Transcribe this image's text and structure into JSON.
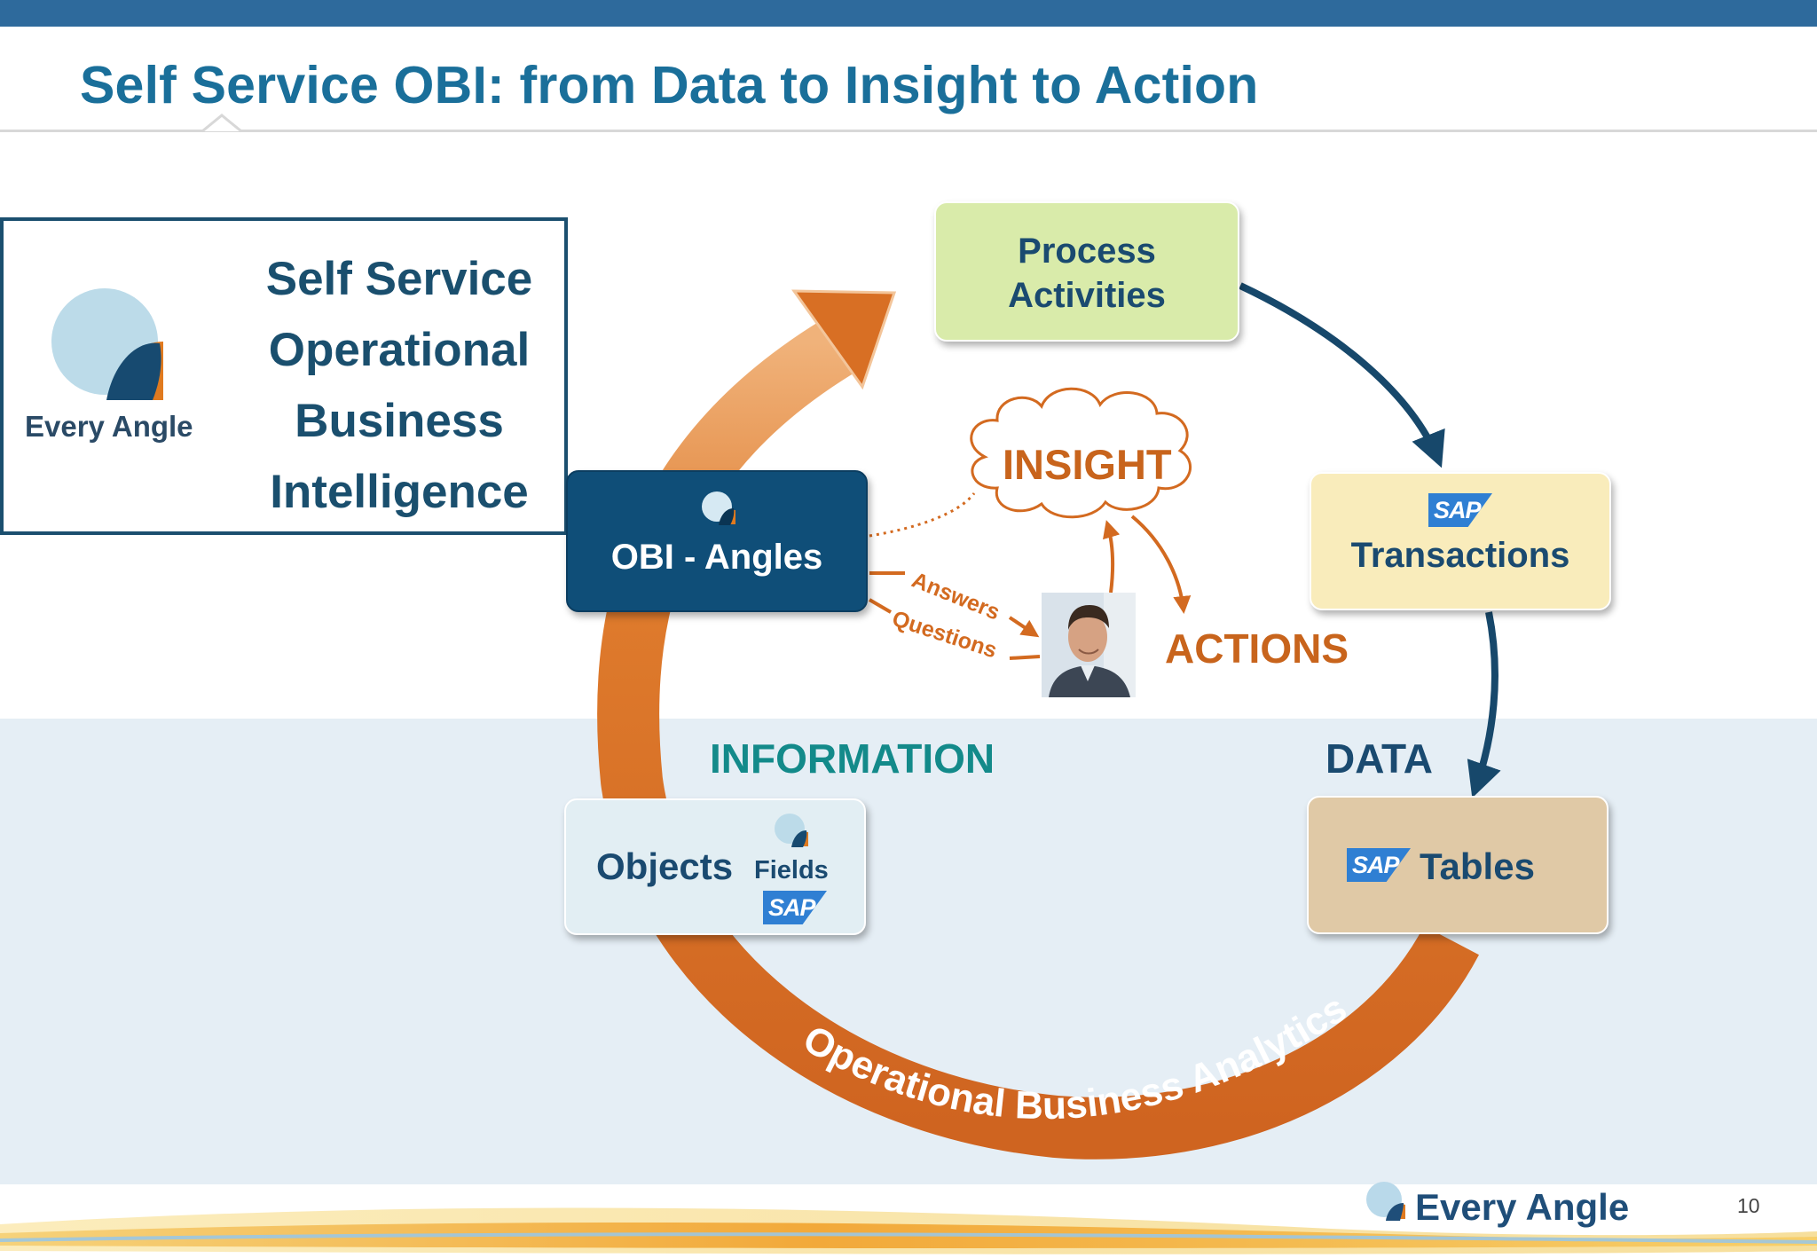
{
  "slide": {
    "title": "Self Service OBI: from Data to Insight to Action",
    "page_number": "10",
    "footer_brand": "Every Angle"
  },
  "branding": {
    "brand_name": "Every Angle",
    "tagline": [
      "Self Service",
      "Operational",
      "Business",
      "Intelligence"
    ]
  },
  "diagram": {
    "nodes": {
      "process_activities": [
        "Process",
        "Activities"
      ],
      "transactions": "Transactions",
      "tables": "Tables",
      "objects": "Objects",
      "fields": "Fields",
      "obi_angles": "OBI - Angles"
    },
    "badges": {
      "sap": "SAP"
    },
    "labels": {
      "insight": "INSIGHT",
      "actions": "ACTIONS",
      "information": "INFORMATION",
      "data": "DATA",
      "answers": "Answers",
      "questions": "Questions",
      "cycle": "Operational Business Analytics"
    }
  },
  "colors": {
    "header_bar": "#2e6a9c",
    "title": "#1a6f9a",
    "orange": "#d36a20",
    "navy": "#1a4a70",
    "teal": "#138a8a"
  },
  "icons": {
    "logo": "every-angle-logo-icon",
    "person": "businessman-photo-icon",
    "cloud": "thought-cloud-icon"
  }
}
